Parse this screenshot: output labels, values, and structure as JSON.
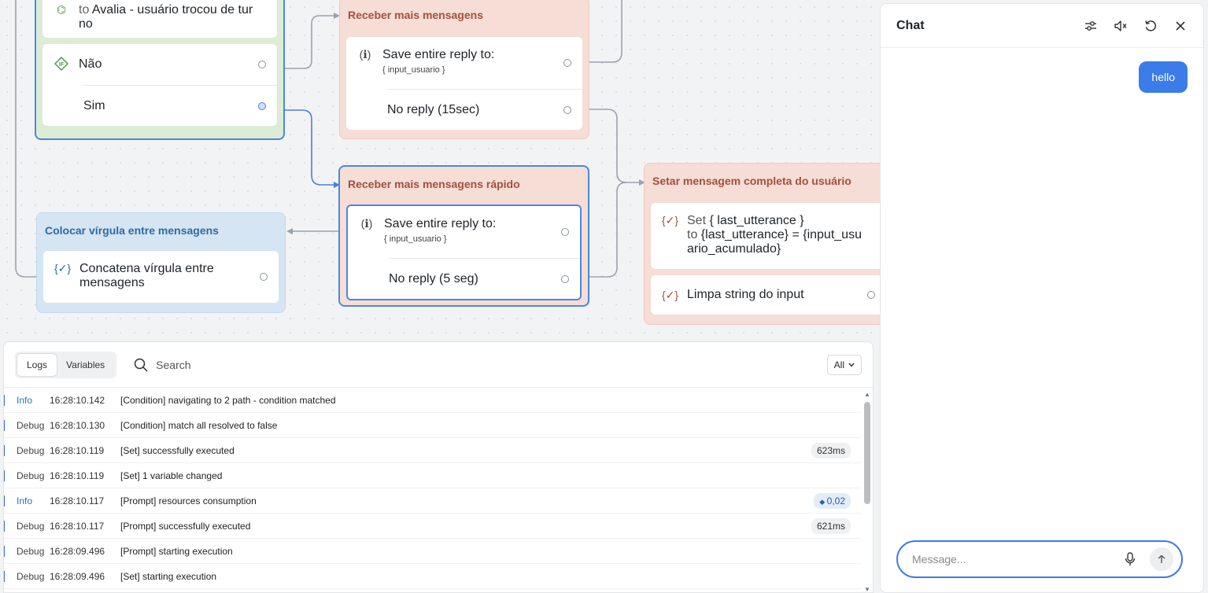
{
  "canvas": {
    "block_condition": {
      "step_top_prefix": "to",
      "step_top_text": "Avalia - usuário trocou de tur no",
      "path_no": "Não",
      "path_yes": "Sim"
    },
    "block_receber": {
      "title": "Receber mais mensagens",
      "save_label": "Save entire reply to:",
      "save_var": "{ input_usuario }",
      "noreply_label": "No reply (15sec)"
    },
    "block_receber_rapido": {
      "title": "Receber mais mensagens rápido",
      "save_label": "Save entire reply to:",
      "save_var": "{ input_usuario }",
      "noreply_label": "No reply (5 seg)"
    },
    "block_colocar": {
      "title": "Colocar vírgula entre mensagens",
      "step_label": "Concatena vírgula entre mensagens"
    },
    "block_setar": {
      "title": "Setar mensagem completa do usuário",
      "set_prefix": "Set",
      "set_var": "{ last_utterance }",
      "set_to_prefix": "to",
      "set_expression": "{last_utterance} = {input_usuario_acumulado}",
      "limpa_label": "Limpa string do input"
    }
  },
  "logs": {
    "tabs": [
      "Logs",
      "Variables"
    ],
    "active_tab": "Logs",
    "search_placeholder": "Search",
    "filter_value": "All",
    "rows": [
      {
        "level": "Info",
        "time": "16:28:10.142",
        "message": "[Condition] navigating to 2 path - condition matched",
        "badge": ""
      },
      {
        "level": "Debug",
        "time": "16:28:10.130",
        "message": "[Condition] match all resolved to false",
        "badge": ""
      },
      {
        "level": "Debug",
        "time": "16:28:10.119",
        "message": "[Set] successfully executed",
        "badge": "623ms"
      },
      {
        "level": "Debug",
        "time": "16:28:10.119",
        "message": "[Set] 1 variable changed",
        "badge": ""
      },
      {
        "level": "Info",
        "time": "16:28:10.117",
        "message": "[Prompt] resources consumption",
        "badge": "0,02"
      },
      {
        "level": "Debug",
        "time": "16:28:10.117",
        "message": "[Prompt] successfully executed",
        "badge": "621ms"
      },
      {
        "level": "Debug",
        "time": "16:28:09.496",
        "message": "[Prompt] starting execution",
        "badge": ""
      },
      {
        "level": "Debug",
        "time": "16:28:09.496",
        "message": "[Set] starting execution",
        "badge": ""
      }
    ]
  },
  "chat": {
    "title": "Chat",
    "tools": [
      "settings-sliders-icon",
      "mute-icon",
      "restart-icon",
      "close-icon"
    ],
    "messages": [
      {
        "from": "user",
        "text": "hello"
      }
    ],
    "input_placeholder": "Message..."
  },
  "colors": {
    "accent": "#3b7ce8",
    "pink_block": "#f6ddd6",
    "blue_block": "#d6e5f3",
    "green_block": "#dcecd6"
  }
}
